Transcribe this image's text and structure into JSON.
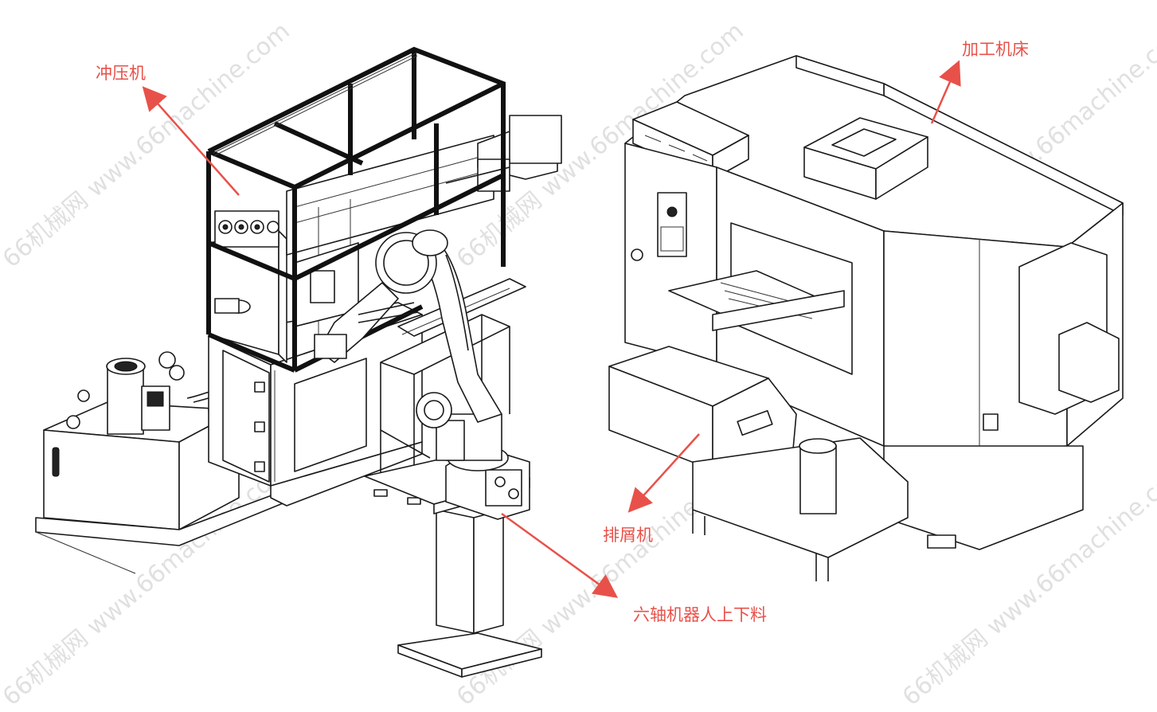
{
  "labels": {
    "press": "冲压机",
    "machine_tool": "加工机床",
    "chip_conveyor": "排屑机",
    "robot": "六轴机器人上下料"
  },
  "watermark": "66机械网 www.66machine.com",
  "colors": {
    "label": "#e8514a",
    "line": "#1a1a1a",
    "watermark": "#c8c8c8"
  }
}
